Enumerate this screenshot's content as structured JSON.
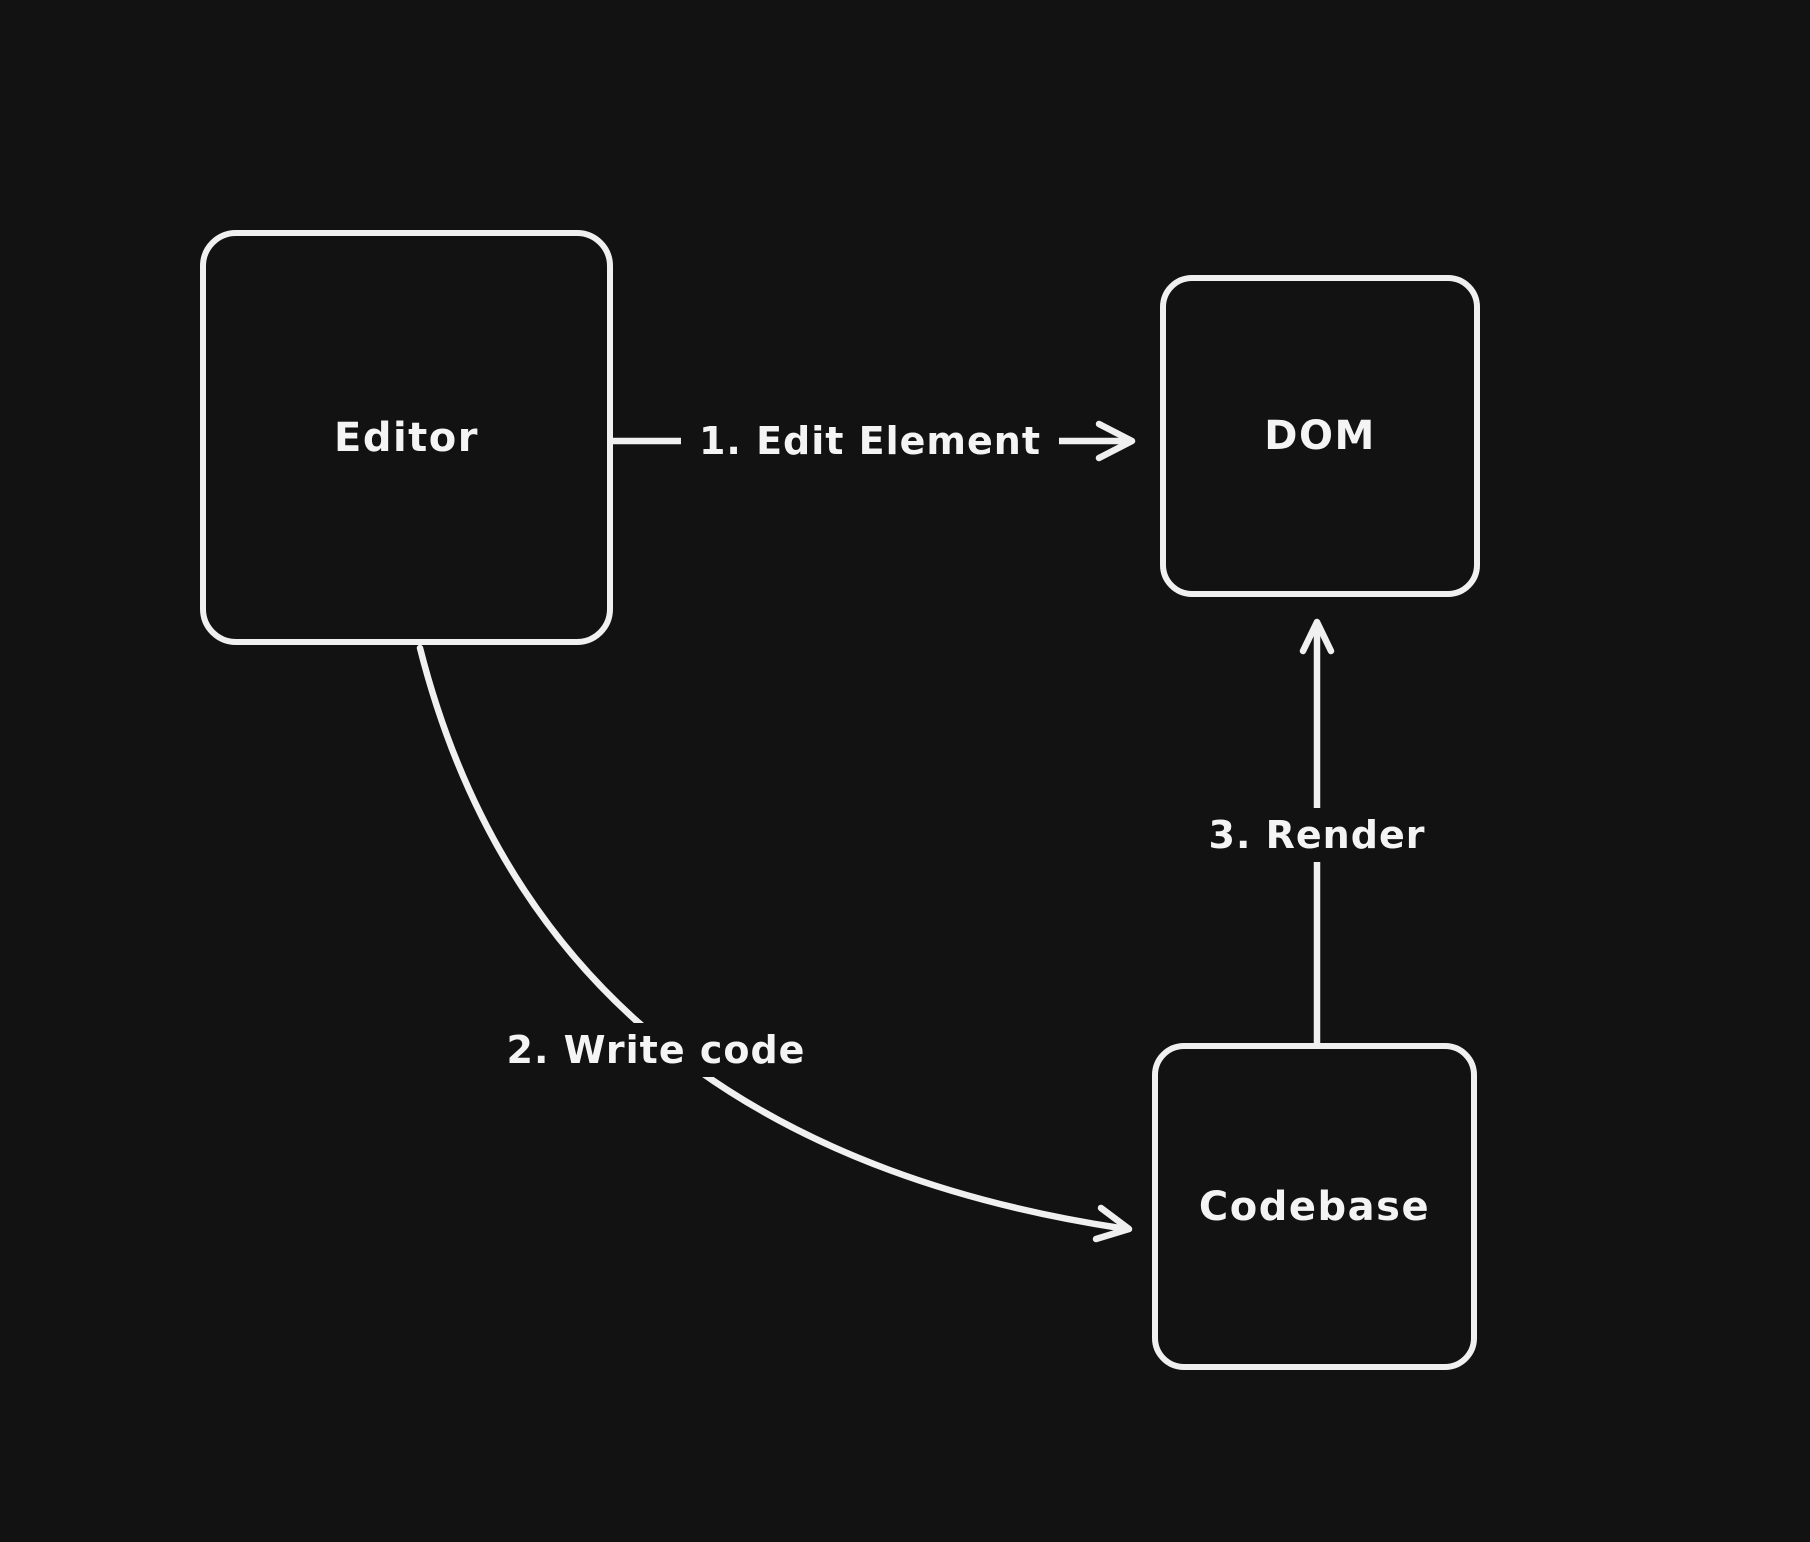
{
  "canvas": {
    "background_color": "#121212",
    "stroke_color": "#f0f0f0",
    "text_color": "#f4f4f4"
  },
  "diagram": {
    "nodes": [
      {
        "id": "editor",
        "label": "Editor"
      },
      {
        "id": "dom",
        "label": "DOM"
      },
      {
        "id": "codebase",
        "label": "Codebase"
      }
    ],
    "edges": [
      {
        "id": "edit-element",
        "from": "editor",
        "to": "dom",
        "label": "1. Edit Element"
      },
      {
        "id": "write-code",
        "from": "editor",
        "to": "codebase",
        "label": "2. Write code"
      },
      {
        "id": "render",
        "from": "codebase",
        "to": "dom",
        "label": "3. Render"
      }
    ]
  }
}
